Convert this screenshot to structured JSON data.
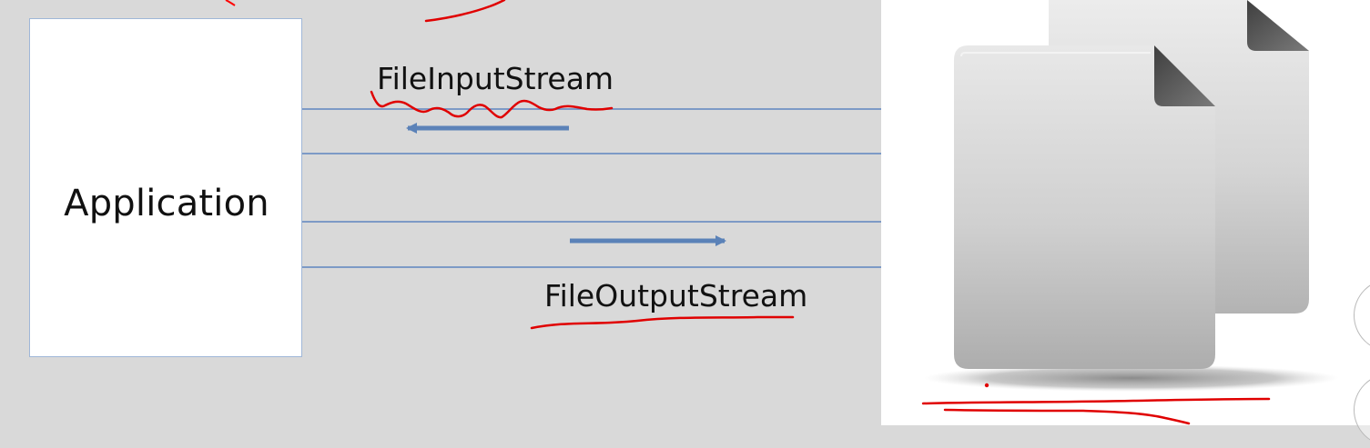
{
  "diagram": {
    "application_label": "Application",
    "input_stream_label": "FileInputStream",
    "output_stream_label": "FileOutputStream"
  }
}
